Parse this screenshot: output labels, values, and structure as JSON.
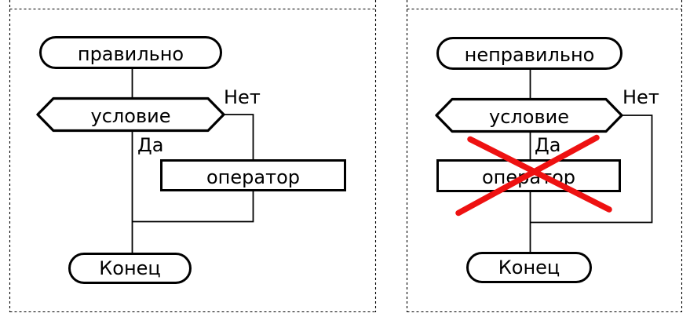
{
  "panels": [
    {
      "id": "correct",
      "start": "правильно",
      "condition": "условие",
      "yes": "Да",
      "no": "Нет",
      "operator": "оператор",
      "end": "Конец",
      "crossed_out": false
    },
    {
      "id": "incorrect",
      "start": "неправильно",
      "condition": "условие",
      "yes": "Да",
      "no": "Нет",
      "operator": "оператор",
      "end": "Конец",
      "crossed_out": true
    }
  ],
  "colors": {
    "stroke": "#000000",
    "cross_red": "#ee1111",
    "background": "#ffffff"
  }
}
